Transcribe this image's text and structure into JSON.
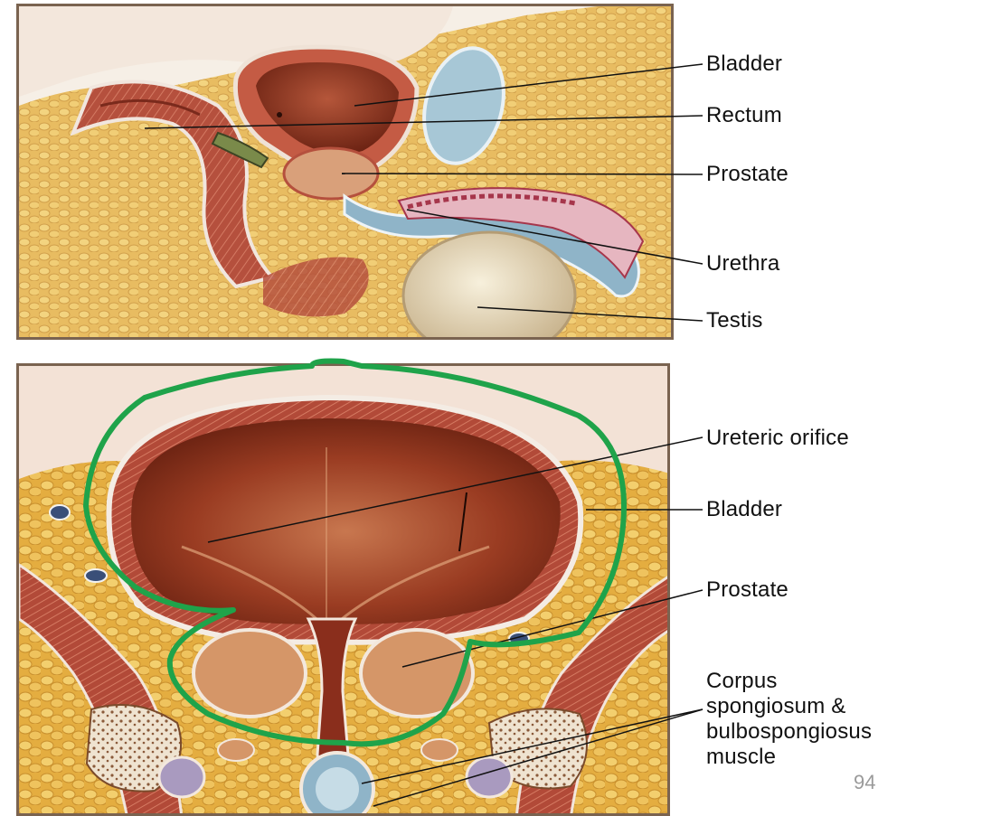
{
  "top_panel": {
    "labels": {
      "bladder": "Bladder",
      "rectum": "Rectum",
      "prostate": "Prostate",
      "urethra": "Urethra",
      "testis": "Testis"
    }
  },
  "bottom_panel": {
    "labels": {
      "ureteric_orifice": "Ureteric orifice",
      "bladder": "Bladder",
      "prostate": "Prostate",
      "corpus_line1": "Corpus",
      "corpus_line2": "spongiosum &",
      "corpus_line3": "bulbospongiosus",
      "corpus_line4": "muscle"
    },
    "highlight_color": "#1fa34a"
  },
  "slide_number": "94",
  "colors": {
    "frame": "#7a6350",
    "muscle_red": "#b84a3a",
    "bladder_interior": "#8a3320",
    "fat_yellow": "#e8b84a",
    "prostate_tan": "#d99a6a",
    "urethra_blue": "#8fb4c8"
  }
}
